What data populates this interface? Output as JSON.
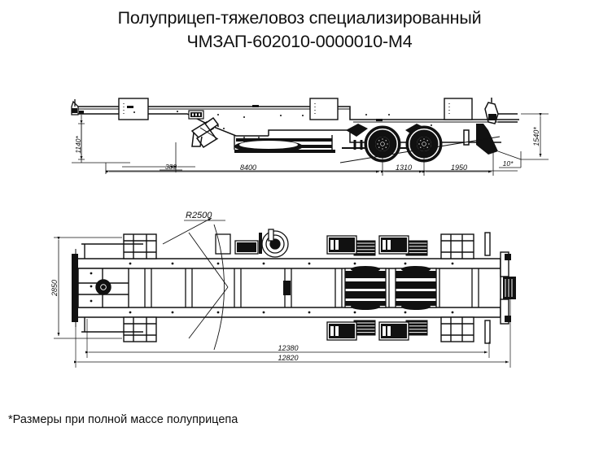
{
  "title": {
    "line1": "Полуприцеп-тяжеловоз специализированный",
    "line2": "ЧМЗАП-602010-0000010-М4"
  },
  "footnote": "*Размеры при полной массе полуприцепа",
  "side_view": {
    "dim_height_front": "1140*",
    "dim_ground_clearance": "380",
    "dim_front_to_axle": "8400",
    "dim_axle_spacing": "1310",
    "dim_rear_overhang": "1950",
    "dim_height_rear": "1540*",
    "dim_ramp_angle": "10*"
  },
  "plan_view": {
    "dim_width": "2850",
    "dim_radius": "R2500",
    "dim_length_inner": "12380",
    "dim_length_outer": "12820"
  },
  "colors": {
    "line": "#111111",
    "background": "#ffffff"
  }
}
